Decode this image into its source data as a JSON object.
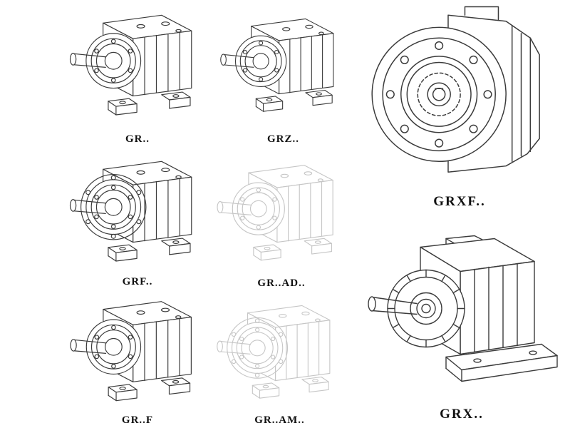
{
  "palette": {
    "background": "#ffffff",
    "line": "#3b3b3b",
    "line_faded": "#c6c6c6",
    "label_text": "#111111"
  },
  "models": {
    "gr": {
      "label": "GR.."
    },
    "grz": {
      "label": "GRZ.."
    },
    "grxf": {
      "label": "GRXF.."
    },
    "grf": {
      "label": "GRF.."
    },
    "grad": {
      "label": "GR..AD.."
    },
    "grx": {
      "label": "GRX.."
    },
    "grff": {
      "label": "GR..F"
    },
    "gram": {
      "label": "GR..AM.."
    }
  }
}
